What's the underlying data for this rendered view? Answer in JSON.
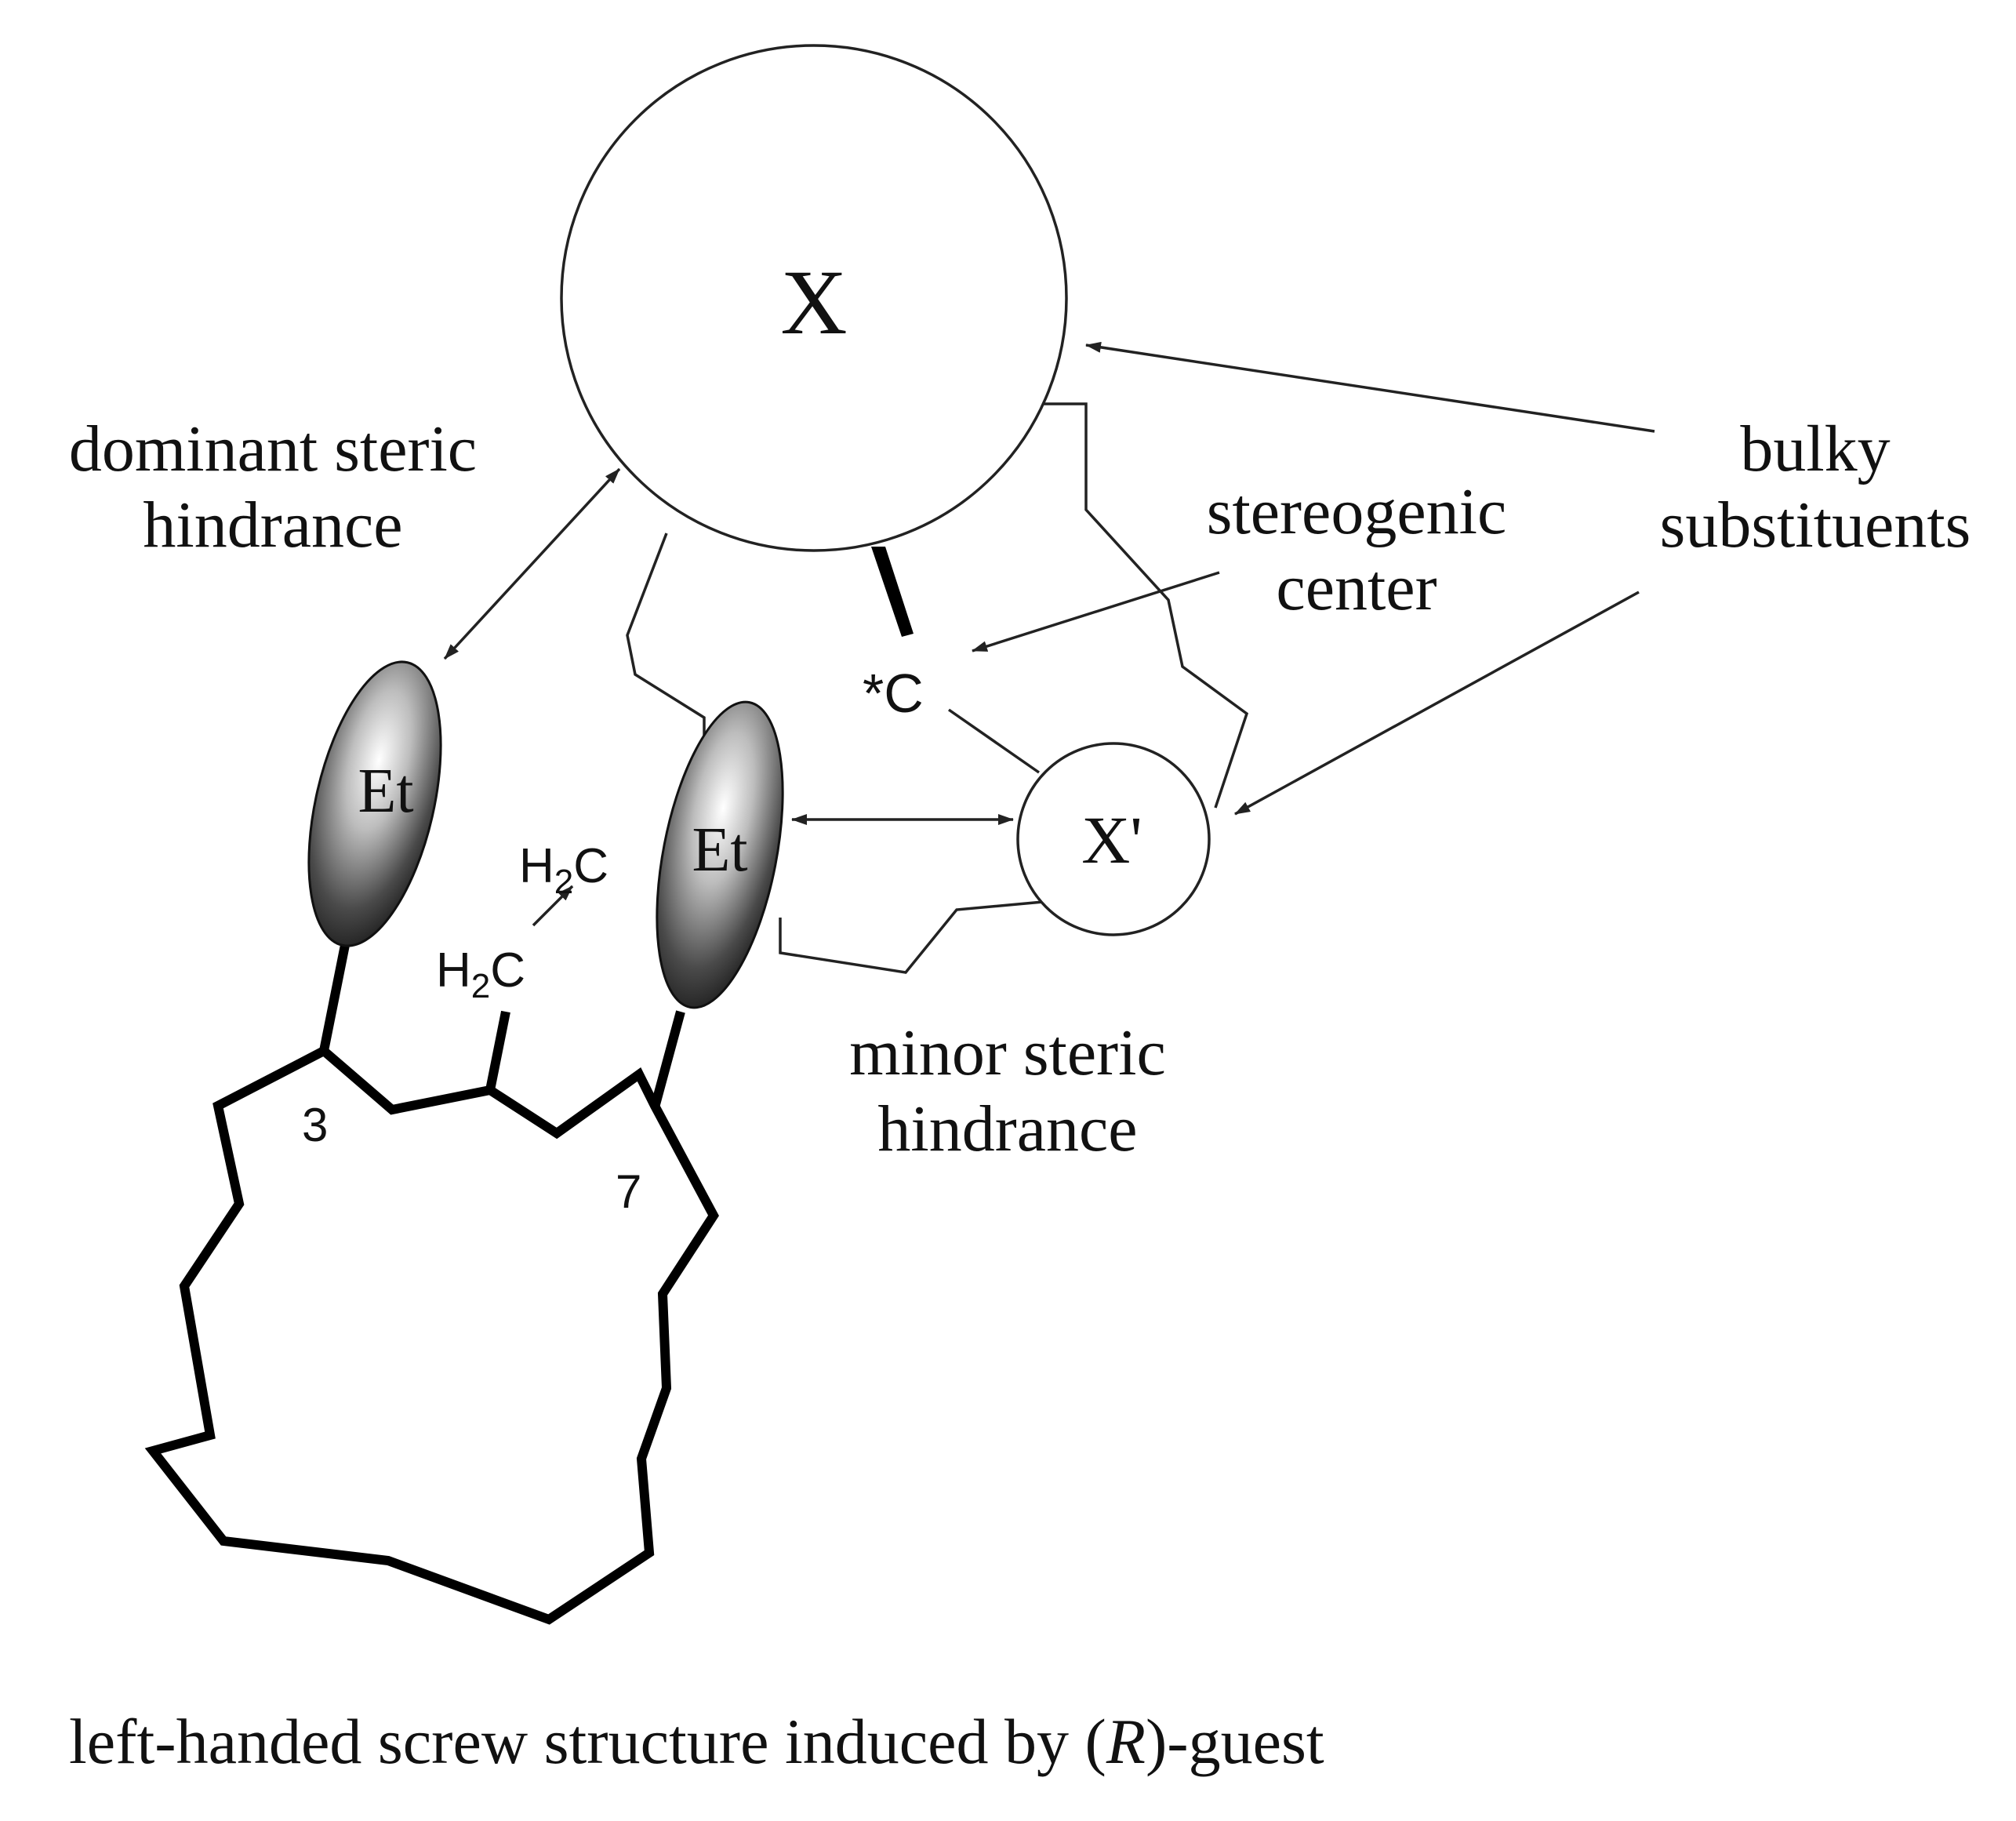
{
  "labels": {
    "x_group": "X",
    "x_prime_group": "X'",
    "et_left": "Et",
    "et_right": "Et",
    "stereo_carbon": "*C",
    "h2c_upper": "H2C",
    "h2c_lower": "H2C",
    "position_3": "3",
    "position_7": "7",
    "dominant_line1": "dominant steric",
    "dominant_line2": "hindrance",
    "stereogenic_line1": "stereogenic",
    "stereogenic_line2": "center",
    "bulky_line1": "bulky",
    "bulky_line2": "substituents",
    "minor_line1": "minor steric",
    "minor_line2": "hindrance",
    "caption_pre": "left-handed screw structure induced by (",
    "caption_italic": "R",
    "caption_post": ")-guest"
  }
}
